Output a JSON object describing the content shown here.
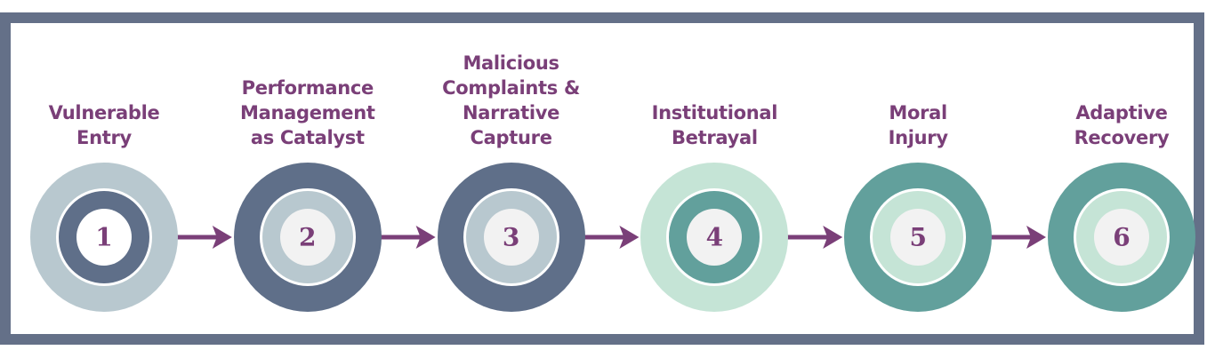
{
  "steps": [
    {
      "number": "1",
      "title": [
        "Vulnerable",
        "Entry"
      ],
      "outer": "#b8c8cf",
      "middle": "#5f6f89",
      "core": "#ffffff"
    },
    {
      "number": "2",
      "title": [
        "Performance",
        "Management",
        "as Catalyst"
      ],
      "outer": "#5f6f89",
      "middle": "#b8c8cf",
      "core": "#f2f2f2"
    },
    {
      "number": "3",
      "title": [
        "Malicious",
        "Complaints &",
        "Narrative",
        "Capture"
      ],
      "outer": "#5f6f89",
      "middle": "#b8c8cf",
      "core": "#f2f2f2"
    },
    {
      "number": "4",
      "title": [
        "Institutional",
        "Betrayal"
      ],
      "outer": "#c5e4d6",
      "middle": "#62a09c",
      "core": "#f2f2f2"
    },
    {
      "number": "5",
      "title": [
        "Moral",
        "Injury"
      ],
      "outer": "#62a09c",
      "middle": "#c5e4d6",
      "core": "#f2f2f2"
    },
    {
      "number": "6",
      "title": [
        "Adaptive",
        "Recovery"
      ],
      "outer": "#62a09c",
      "middle": "#c5e4d6",
      "core": "#f2f2f2"
    }
  ],
  "colors": {
    "text": "#7a3f78",
    "arrow": "#7a3f78",
    "frame": "#647088"
  }
}
